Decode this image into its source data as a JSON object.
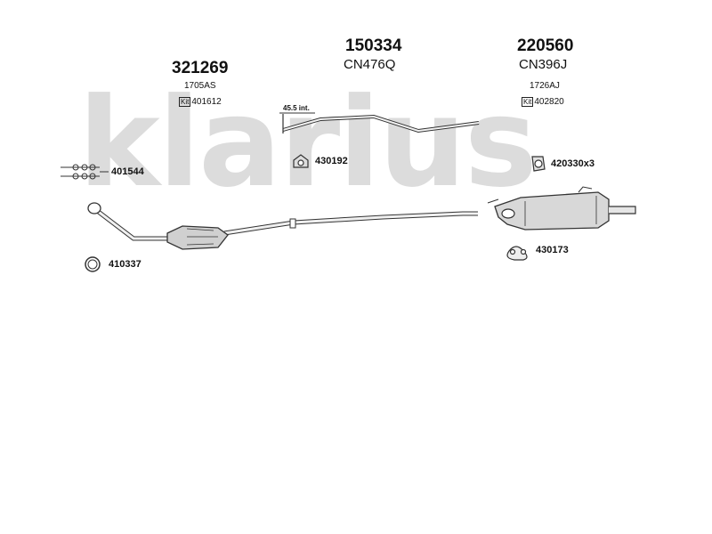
{
  "watermark": "klarius",
  "sections": [
    {
      "part_number": "321269",
      "reference": "1705AS",
      "kit_label": "Kit",
      "kit_number": "401612"
    },
    {
      "part_number": "150334",
      "reference": "CN476Q"
    },
    {
      "part_number": "220560",
      "reference": "CN396J",
      "sub_reference": "1726AJ",
      "kit_label": "Kit",
      "kit_number": "402820"
    }
  ],
  "pipe_note": "45.5 int.",
  "fittings": [
    {
      "code": "401544",
      "icon": "bolt-set-icon"
    },
    {
      "code": "430192",
      "icon": "rubber-mount-icon"
    },
    {
      "code": "420330x3",
      "icon": "clamp-icon"
    },
    {
      "code": "410337",
      "icon": "ring-gasket-icon"
    },
    {
      "code": "430173",
      "icon": "hanger-strap-icon"
    }
  ],
  "colors": {
    "watermark": "#dcdcdc",
    "line": "#333333",
    "part_fill": "#cfcfcf"
  }
}
